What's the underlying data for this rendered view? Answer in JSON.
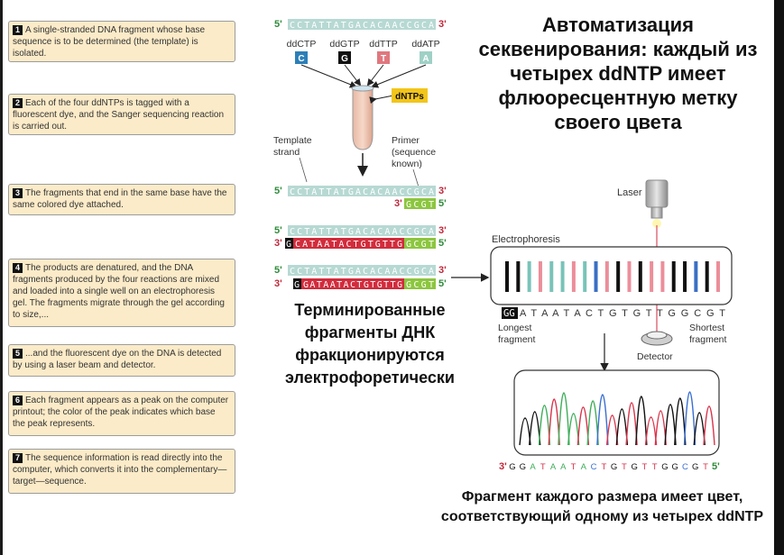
{
  "steps": [
    {
      "num": "1",
      "text": "A single-stranded DNA fragment whose base sequence is to be determined (the template) is isolated."
    },
    {
      "num": "2",
      "text": "Each of the four ddNTPs is tagged with a fluorescent dye, and the Sanger sequencing reaction is carried out."
    },
    {
      "num": "3",
      "text": "The fragments that end in the same base have the same colored dye attached."
    },
    {
      "num": "4",
      "text": "The products are denatured, and the DNA fragments produced by the four reactions are mixed and loaded into a single well on an electrophoresis gel. The fragments migrate through the gel according to size,..."
    },
    {
      "num": "5",
      "text": "...and the fluorescent dye on the DNA is detected by using a laser beam and detector."
    },
    {
      "num": "6",
      "text": "Each fragment appears as a peak on the computer printout; the color of the peak indicates which base the peak represents."
    },
    {
      "num": "7",
      "text": "The sequence information is read directly into the computer, which converts it into the complementary—target—sequence."
    }
  ],
  "template_seq": "CCTATTATGACACAACCGCA",
  "prime5": "5'",
  "prime3": "3'",
  "ddntps": [
    {
      "label": "ddCTP",
      "base": "C",
      "color": "#2b7fb8"
    },
    {
      "label": "ddGTP",
      "base": "G",
      "color": "#111111"
    },
    {
      "label": "ddTTP",
      "base": "T",
      "color": "#e0777f"
    },
    {
      "label": "ddATP",
      "base": "A",
      "color": "#9fd0c6"
    }
  ],
  "dntps_label": "dNTPs",
  "template_strand_label": [
    "Template",
    "strand"
  ],
  "primer_label": [
    "Primer",
    "(sequence",
    "known)"
  ],
  "primer_seq": "GCGT",
  "product_long": "GATAATACTGTGTTG",
  "product_mid": "CATAATACTGTGTTG",
  "product_first": "G",
  "product_first_mid": "G",
  "laser_label": "Laser",
  "electrophoresis_label": "Electrophoresis",
  "gel_read_first": "GG",
  "gel_read_rest": "A T A A T A C T G T G T T G G C G T",
  "longest_label": [
    "Longest",
    "fragment"
  ],
  "shortest_label": [
    "Shortest",
    "fragment"
  ],
  "detector_label": "Detector",
  "chromatogram_seq": "GGATAATACTGTGTTGGCGT",
  "russian_title": "Автоматизация секвенирования: каждый из четырех ddNTP имеет флюоресцентную метку своего цвета",
  "russian_mid": "Терминированные фрагменты ДНК фракционируются электрофоретически",
  "russian_bottom": "Фрагмент каждого размера имеет цвет, соответствующий одному из четырех ddNTP",
  "colors": {
    "A": "#3fae5a",
    "T": "#d9344b",
    "G": "#111111",
    "C": "#3a6fd1",
    "template_bg": "#b7d9d3",
    "primer_bg": "#8cc63f",
    "product_bg": "#d12c3c",
    "panel": "#fbebc8",
    "gel_pink": "#ec8e9a",
    "gel_teal": "#79c3b9",
    "gel_blue": "#3a6fc4"
  }
}
